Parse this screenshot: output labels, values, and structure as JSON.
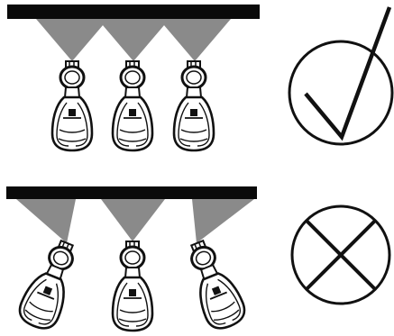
{
  "rows": [
    {
      "id": "correct",
      "tilt_deg": [
        0,
        0,
        0
      ],
      "verdict_icon": "checkmark-in-circle-icon"
    },
    {
      "id": "incorrect",
      "tilt_deg": [
        22,
        0,
        -22
      ],
      "verdict_icon": "cross-in-circle-icon"
    }
  ],
  "colors": {
    "bar": "#0a0a0a",
    "spray": "#8a8a8a",
    "ink": "#111111",
    "background": "#ffffff"
  }
}
